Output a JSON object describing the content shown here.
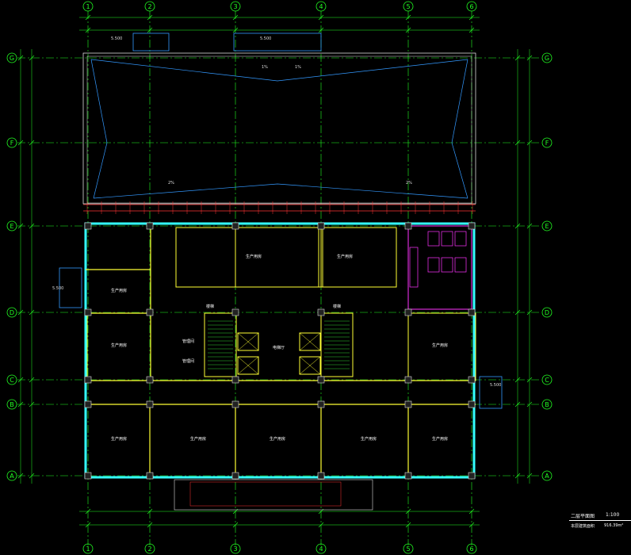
{
  "colors": {
    "background": "#000000",
    "axis": "#22ff22",
    "wall_yellow": "#ffff33",
    "wall_cyan": "#33ffff",
    "wall_white": "#dddddd",
    "dim_red": "#ff3333",
    "fixture_magenta": "#ff33ff",
    "stair_green": "#33cc33",
    "roof_blue": "#3399ff"
  },
  "axes": {
    "columns": [
      "1",
      "2",
      "3",
      "4",
      "5",
      "6"
    ],
    "rows": [
      "G",
      "F",
      "E",
      "D",
      "C",
      "B",
      "A"
    ]
  },
  "labels": {
    "elev_top_left": "5.500",
    "elev_top_center": "5.500",
    "elev_left": "5.500",
    "elev_right": "5.500",
    "slope_1": "1%",
    "slope_2": "1%",
    "slope_3": "2%",
    "slope_4": "2%",
    "room_generic": "生产用房",
    "room_small": "管理间",
    "stair": "楼梯",
    "lobby": "电梯厅"
  },
  "title_block": {
    "drawing_name": "二层平面图",
    "scale": "1:100",
    "area_label": "本层建筑面积",
    "area_value": "916.39m²"
  }
}
